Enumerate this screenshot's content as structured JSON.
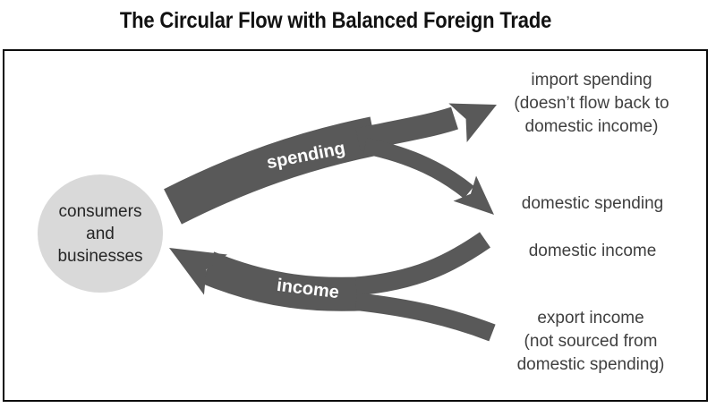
{
  "title": "The Circular Flow with Balanced Foreign Trade",
  "node": {
    "label": "consumers\nand\nbusinesses"
  },
  "flows": [
    {
      "name": "spending",
      "label": "spending"
    },
    {
      "name": "income",
      "label": "income"
    }
  ],
  "endpoints": {
    "import_spending": "import spending\n(doesn’t flow back to\ndomestic income)",
    "domestic_spending": "domestic spending",
    "domestic_income": "domestic income",
    "export_income": "export income\n(not sourced from\ndomestic spending)"
  },
  "colors": {
    "arrow": "#595959",
    "node_fill": "#d9d9d9",
    "node_text": "#262626",
    "endpoint_text": "#3f3f3f",
    "flow_label_text": "#ffffff",
    "frame_border": "#0d0d0d",
    "title_text": "#111111"
  }
}
